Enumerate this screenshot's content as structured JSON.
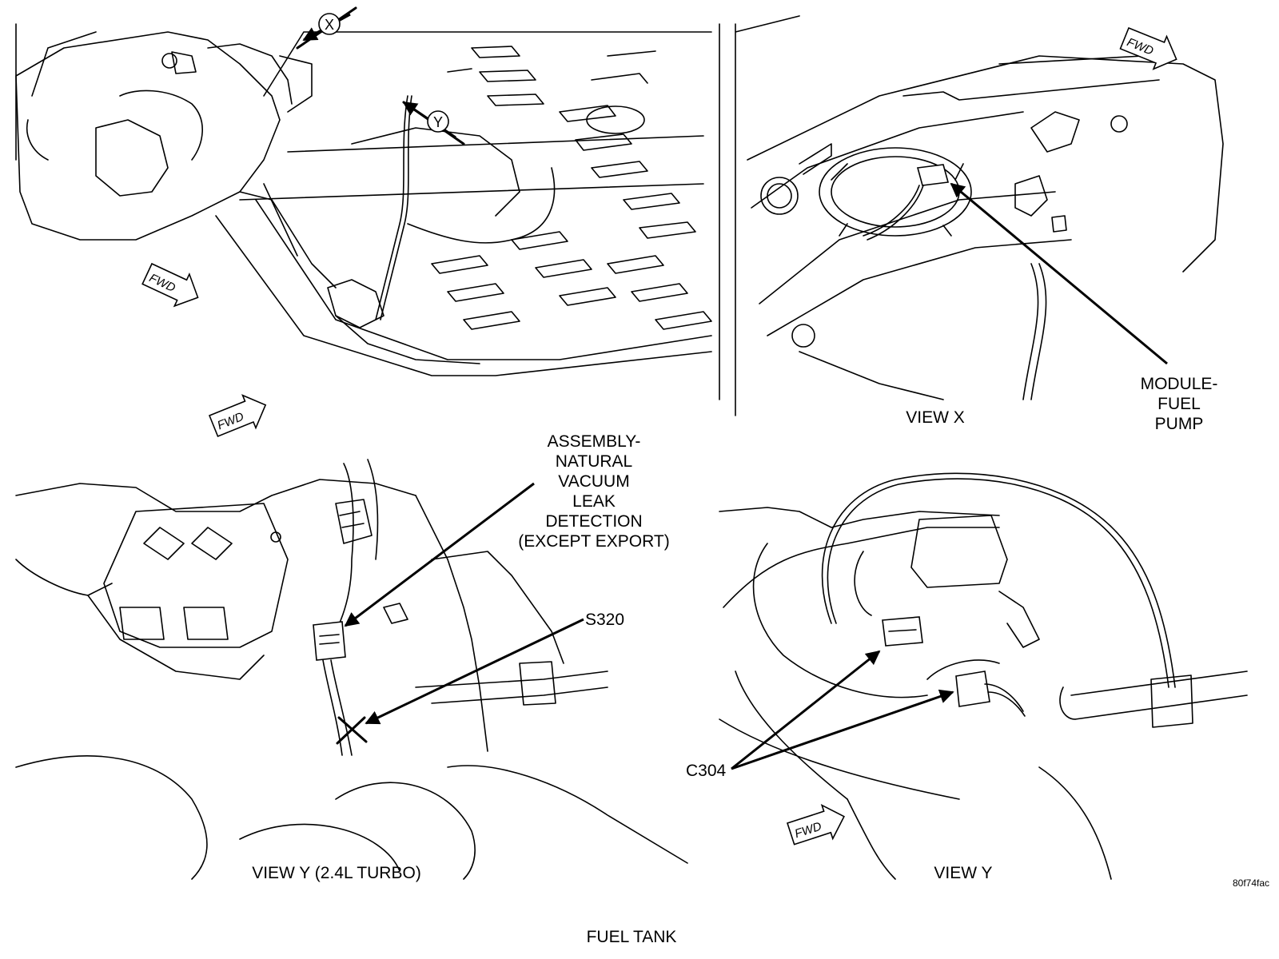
{
  "labels": {
    "assembly_nvld": "ASSEMBLY-\nNATURAL\nVACUUM\nLEAK\nDETECTION\n(EXCEPT EXPORT)",
    "s320": "S320",
    "module_fuel_pump": "MODULE-\nFUEL\nPUMP",
    "c304": "C304",
    "view_x": "VIEW X",
    "view_y_turbo": "VIEW Y (2.4L TURBO)",
    "view_y": "VIEW Y",
    "figure_title": "FUEL TANK",
    "figure_code": "80f74fac"
  },
  "callouts": {
    "x": "X",
    "y": "Y"
  },
  "fwd_tags": [
    "FWD",
    "FWD",
    "FWD",
    "FWD"
  ]
}
